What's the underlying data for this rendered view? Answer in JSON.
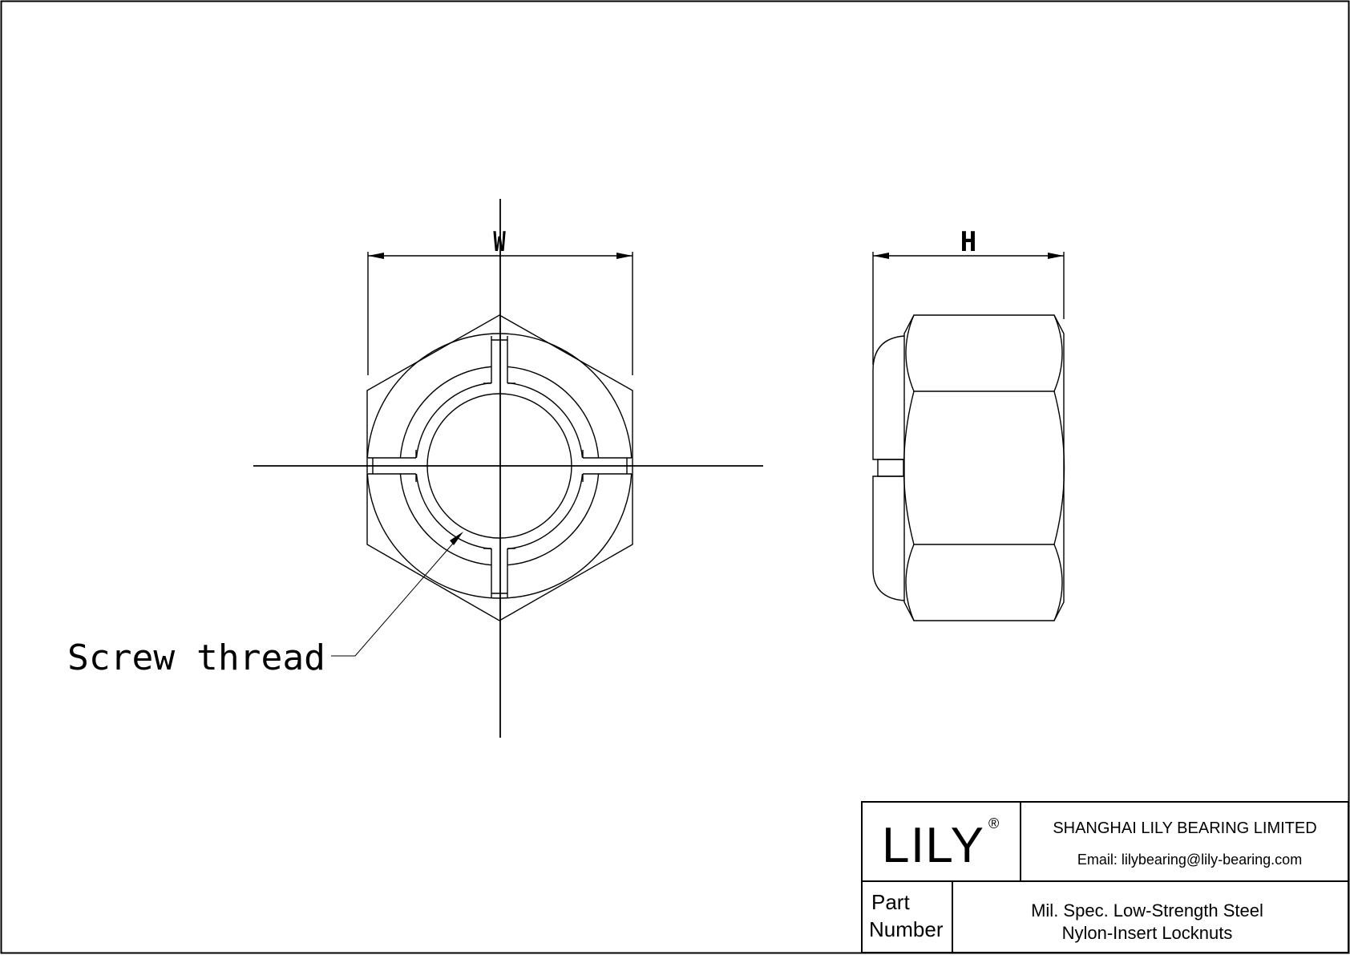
{
  "drawing": {
    "front_view": {
      "dimension_label": "W",
      "callout_label": "Screw thread"
    },
    "side_view": {
      "dimension_label": "H"
    }
  },
  "title_block": {
    "logo_text": "LILY",
    "logo_mark": "®",
    "company_name": "SHANGHAI LILY BEARING LIMITED",
    "email": "Email: lilybearing@lily-bearing.com",
    "part_label_line1": "Part",
    "part_label_line2": "Number",
    "part_description_line1": "Mil. Spec. Low-Strength Steel",
    "part_description_line2": "Nylon-Insert Locknuts"
  },
  "colors": {
    "line": "#000000",
    "background": "#ffffff"
  }
}
